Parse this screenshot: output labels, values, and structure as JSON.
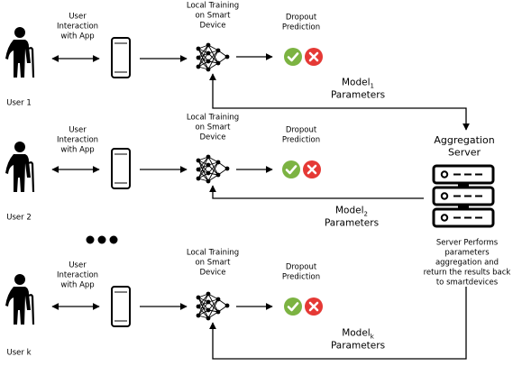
{
  "rows": [
    {
      "user_label": "User 1",
      "interaction_label": "User\nInteraction\nwith App",
      "training_label": "Local Training\non Smart\nDevice",
      "prediction_label": "Dropout\nPrediction",
      "model_name": "Model",
      "model_subscript": "1",
      "params_label": "Parameters"
    },
    {
      "user_label": "User 2",
      "interaction_label": "User\nInteraction\nwith App",
      "training_label": "Local Training\non Smart\nDevice",
      "prediction_label": "Dropout\nPrediction",
      "model_name": "Model",
      "model_subscript": "2",
      "params_label": "Parameters"
    },
    {
      "user_label": "User k",
      "interaction_label": "User\nInteraction\nwith App",
      "training_label": "Local Training\non Smart\nDevice",
      "prediction_label": "Dropout\nPrediction",
      "model_name": "Model",
      "model_subscript": "k",
      "params_label": "Parameters"
    }
  ],
  "server": {
    "title": "Aggregation\nServer",
    "description": "Server Performs\nparameters\naggregation and\nreturn the results back\nto smartdevices"
  },
  "colors": {
    "check": "#7cb342",
    "cross": "#e53935",
    "line": "#000000"
  },
  "icons": {
    "user": "elderly-person-with-cane-icon",
    "device": "smartphone-icon",
    "network": "neural-network-icon",
    "check": "check-circle-icon",
    "cross": "cross-circle-icon",
    "server": "server-icon",
    "ellipsis": "ellipsis-icon"
  }
}
